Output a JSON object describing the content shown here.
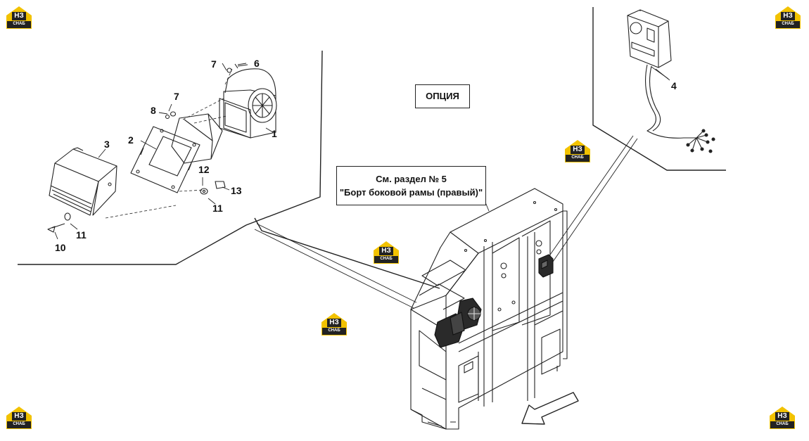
{
  "callouts": {
    "c1": "1",
    "c2": "2",
    "c3": "3",
    "c4": "4",
    "c6": "6",
    "c7a": "7",
    "c7b": "7",
    "c8": "8",
    "c10": "10",
    "c11a": "11",
    "c11b": "11",
    "c12": "12",
    "c13": "13"
  },
  "option_label": "ОПЦИЯ",
  "reference": {
    "line1": "См. раздел № 5",
    "line2": "\"Борт боковой рамы (правый)\""
  },
  "watermark": {
    "letters": "НЗ",
    "brand": "СНАБ",
    "color": "#f2c200"
  }
}
